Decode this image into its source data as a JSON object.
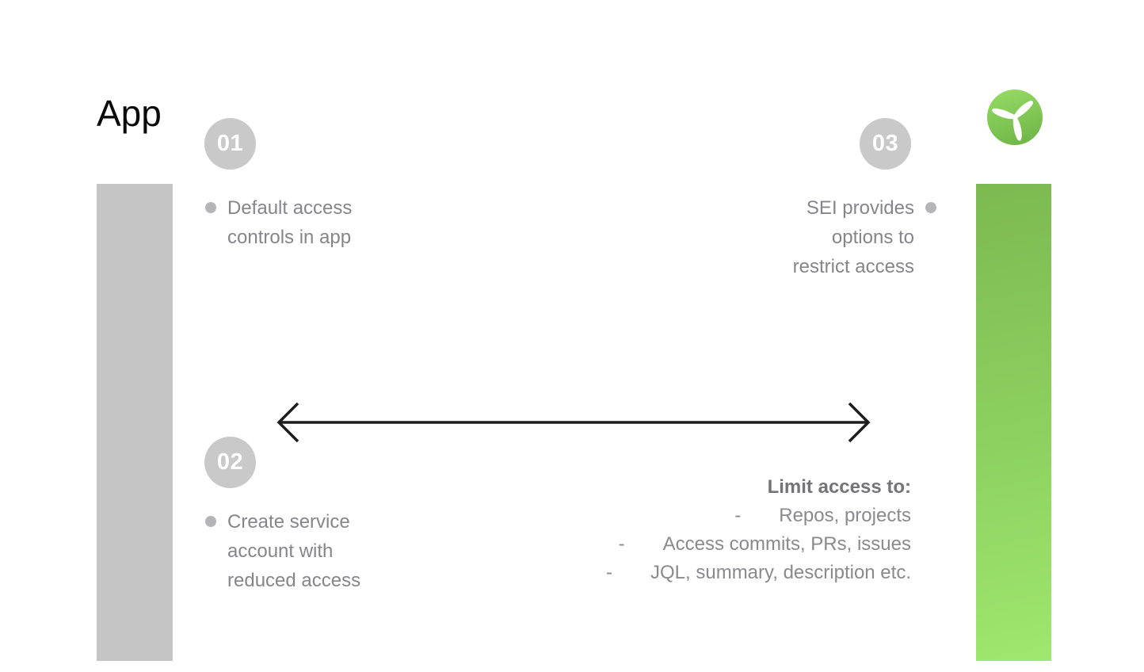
{
  "page": {
    "title": "App"
  },
  "logo": {
    "icon": "turbine-logo-icon"
  },
  "steps": [
    {
      "number": "01",
      "text": "Default access\ncontrols in app"
    },
    {
      "number": "02",
      "text": "Create service\naccount with\nreduced access"
    },
    {
      "number": "03",
      "text": "SEI provides\noptions to\nrestrict access"
    }
  ],
  "limit_list": {
    "heading": "Limit access to:",
    "bullet_char": "-",
    "items": [
      "Repos, projects",
      "Access commits, PRs, issues",
      "JQL, summary, description etc."
    ]
  },
  "colors": {
    "title_text": "#0b0b0b",
    "neutral_bar": "#c5c5c6",
    "step_circle": "#c9c9c9",
    "body_text": "#86868a",
    "heading_text": "#737378",
    "bullet_dot": "#b5b5b8",
    "arrow": "#1d1d1f",
    "green_top": "#7cb952",
    "green_bottom": "#9fe76e"
  }
}
